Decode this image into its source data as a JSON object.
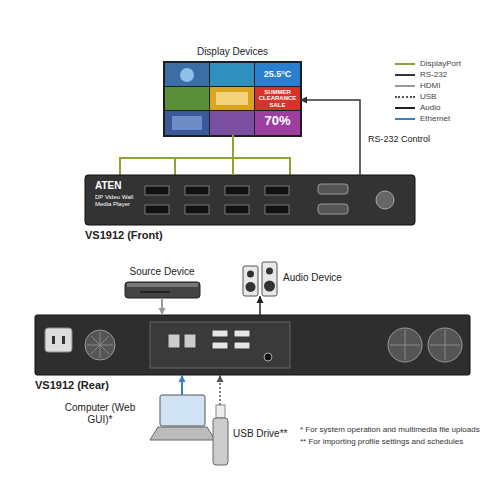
{
  "diagram": {
    "nodes": [
      {
        "text": [
          "Display Devices"
        ]
      },
      {
        "text": [
          "VS1912 (Front)"
        ]
      },
      {
        "text": [
          "Source Device"
        ]
      },
      {
        "text": [
          "Audio Device"
        ]
      },
      {
        "text": [
          "VS1912 (Rear)"
        ]
      },
      {
        "text": [
          "Computer (Web GUI)*"
        ]
      },
      {
        "text": [
          "USB Drive**"
        ]
      }
    ],
    "edges": [
      {
        "from": 1,
        "to": 0,
        "arrow": "none"
      },
      {
        "from": 1,
        "to": 0,
        "label": "RS-232 Control",
        "arrow": "to"
      },
      {
        "from": 2,
        "to": 4,
        "arrow": "to"
      },
      {
        "from": 4,
        "to": 3,
        "arrow": "to"
      },
      {
        "from": 5,
        "to": 4,
        "arrow": "to"
      },
      {
        "from": 6,
        "to": 4,
        "arrow": "to"
      }
    ],
    "labels": [
      "ATEN",
      "DP Video Wall Media Player",
      "25.5°C",
      "SUMMER CLEARANCE SALE",
      "70%",
      "* For system operation and multimedia file uploads",
      "** For importing profile settings and schedules"
    ],
    "legend": [
      {
        "text": "DisplayPort",
        "color": "#8aa33a"
      },
      {
        "text": "RS-232",
        "color": "#333333"
      },
      {
        "text": "HDMI",
        "color": "#999999"
      },
      {
        "text": "USB",
        "color": "#555555"
      },
      {
        "text": "Audio",
        "color": "#222222"
      },
      {
        "text": "Ethernet",
        "color": "#3b7fc4"
      }
    ]
  }
}
